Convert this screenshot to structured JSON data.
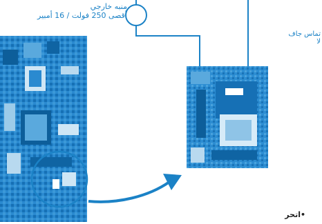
{
  "labels": {
    "external_trigger_line1": "منبه خارجي",
    "external_trigger_line2": "أقصى 250 فولت / 16 أمبير",
    "dry_contact_line1": "تماس جاف",
    "dry_contact_line2": "لا",
    "caution": "•اتحر"
  },
  "colors": {
    "line": "#1b82c6",
    "board": "#1e7fc3",
    "board_dark": "#0d5e9a",
    "board_light": "#b8d9ef"
  },
  "icons": {
    "trigger_symbol": "circle-icon",
    "arrow": "curved-arrow-icon"
  }
}
